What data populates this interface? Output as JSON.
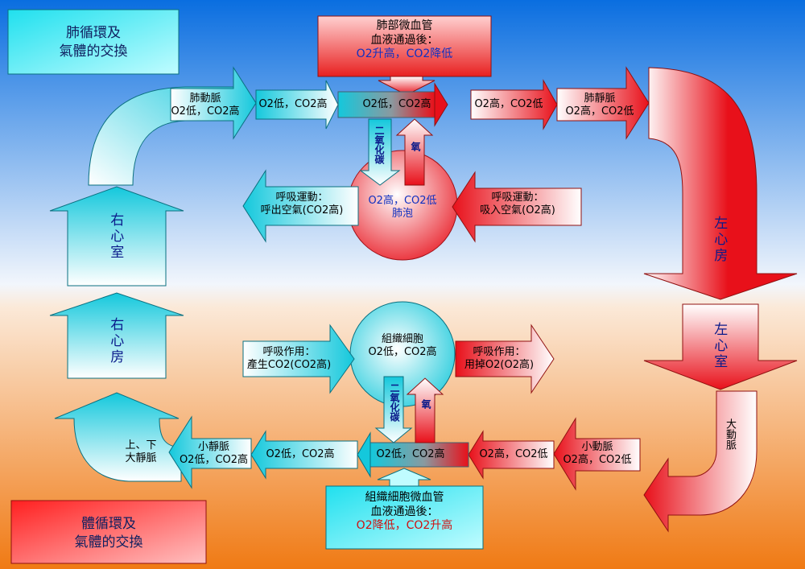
{
  "title_pulmonary": [
    "肺循環及",
    "氣體的交換"
  ],
  "title_systemic": [
    "體循環及",
    "氣體的交換"
  ],
  "pulmonary_capillary": {
    "line1": "肺部微血管",
    "line2": "血液通過後：",
    "result": "O2升高，CO2降低"
  },
  "pulmonary_artery": {
    "name": "肺動脈",
    "gas": "O2低，CO2高"
  },
  "pulmonary_vein": {
    "name": "肺靜脈",
    "gas": "O2高，CO2低"
  },
  "flow_pulm": {
    "a": "O2低，CO2高",
    "b": "O2低，CO2高",
    "c": "O2高，CO2低"
  },
  "co2_label": "二氧化碳",
  "o2_label": "氧",
  "alveolus": {
    "gas": "O2高，CO2低",
    "name": "肺泡"
  },
  "exhale": {
    "line1": "呼吸運動：",
    "line2": "呼出空氣(CO2高)"
  },
  "inhale": {
    "line1": "呼吸運動：",
    "line2": "吸入空氣(O2高)"
  },
  "right_ventricle": "右心室",
  "right_atrium": "右心房",
  "left_atrium": "左心房",
  "left_ventricle": "左心室",
  "aorta": "大動脈",
  "tissue_cell": {
    "name": "組織細胞",
    "gas": "O2低，CO2高"
  },
  "resp_produce": {
    "line1": "呼吸作用：",
    "line2": "產生CO2(CO2高)"
  },
  "resp_use": {
    "line1": "呼吸作用：",
    "line2": "用掉O2(O2高)"
  },
  "vena_cava": [
    "上、下",
    "大靜脈"
  ],
  "venule": {
    "name": "小靜脈",
    "gas": "O2低，CO2高"
  },
  "arteriole": {
    "name": "小動脈",
    "gas": "O2高，CO2低"
  },
  "flow_sys": {
    "a": "O2低，CO2高",
    "b": "O2低，CO2高",
    "c": "O2高，CO2低"
  },
  "tissue_capillary": {
    "line1": "組織細胞微血管",
    "line2": "血液通過後：",
    "result": "O2降低，CO2升高"
  },
  "colors": {
    "oxygen_rich": "#e8101a",
    "oxygen_poor": "#10c8d8",
    "accent": "#1030c0"
  }
}
